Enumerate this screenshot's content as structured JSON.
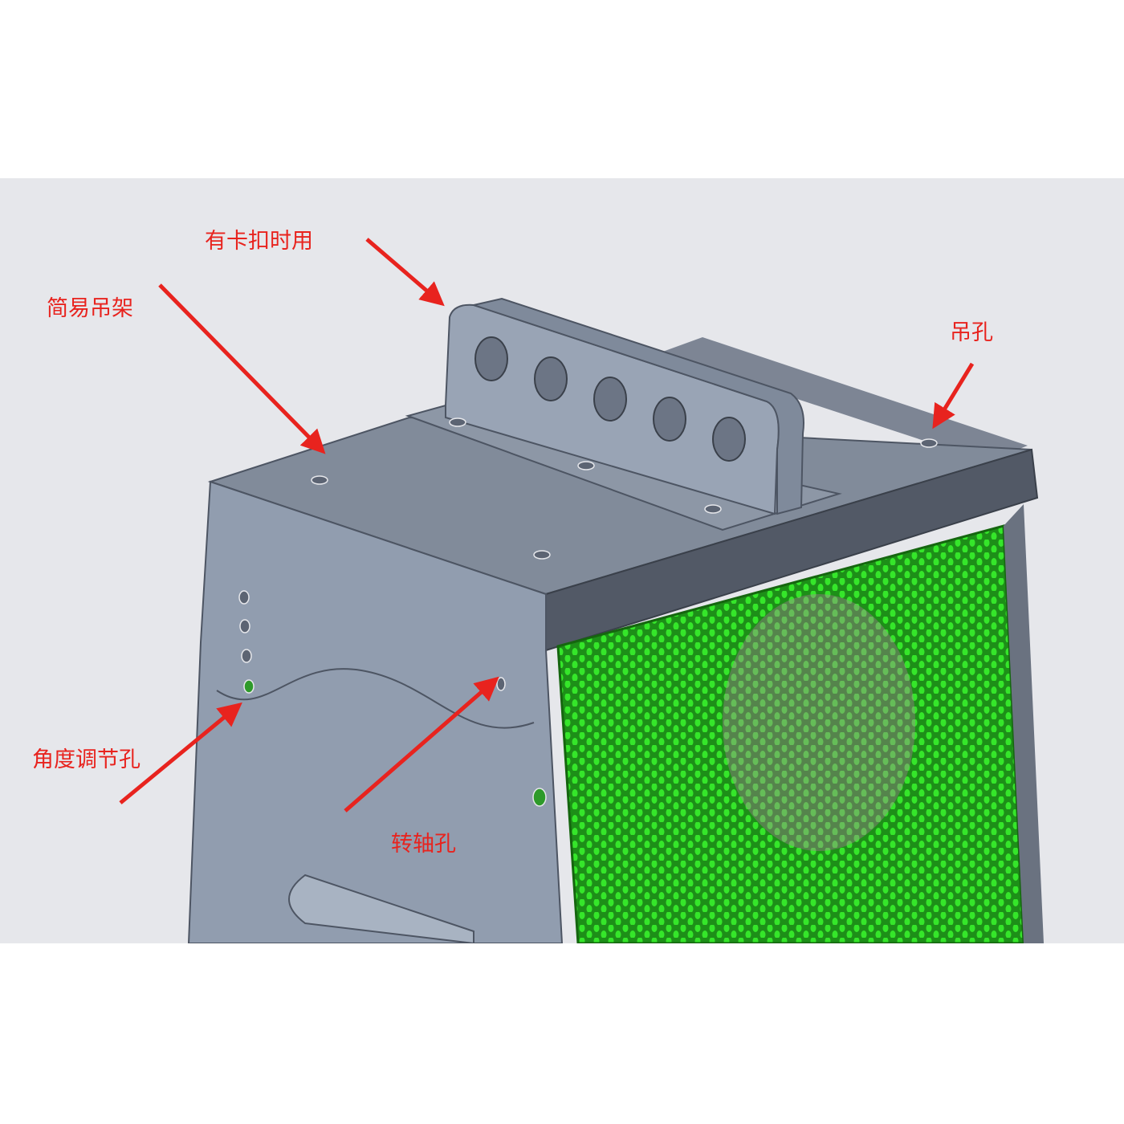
{
  "annotations": {
    "buckle_use": "有卡扣时用",
    "simple_hanger": "简易吊架",
    "hanging_hole": "吊孔",
    "angle_adjust_holes": "角度调节孔",
    "pivot_hole": "转轴孔"
  },
  "colors": {
    "background": "#e6e7eb",
    "annotation": "#e8231e",
    "metal": "#8e9aab",
    "grille": "#22c01a"
  }
}
